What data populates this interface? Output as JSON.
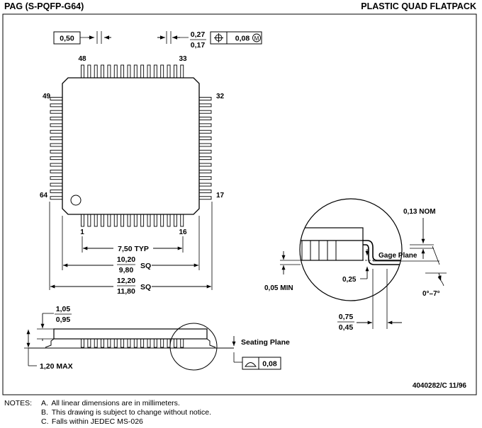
{
  "header": {
    "package_code": "PAG (S-PQFP-G64)",
    "package_type": "PLASTIC QUAD FLATPACK"
  },
  "top_view": {
    "pitch": "0,50",
    "lead_width_max": "0,27",
    "lead_width_min": "0,17",
    "tolerance": "0,08",
    "modifier": "M",
    "pin_48": "48",
    "pin_33": "33",
    "pin_49": "49",
    "pin_32": "32",
    "pin_64": "64",
    "pin_17": "17",
    "pin_1": "1",
    "pin_16": "16",
    "span_typ": "7,50 TYP",
    "body_max": "10,20",
    "body_min": "9,80",
    "body_sq": "SQ",
    "overall_max": "12,20",
    "overall_min": "11,80",
    "overall_sq": "SQ"
  },
  "detail": {
    "nom": "0,13 NOM",
    "gage_plane": "Gage Plane",
    "gage_height": "0,25",
    "standoff": "0,05 MIN",
    "angle": "0°–7°",
    "foot_max": "0,75",
    "foot_min": "0,45"
  },
  "side_view": {
    "thickness_max": "1,05",
    "thickness_min": "0,95",
    "height_max": "1,20 MAX",
    "seating_plane": "Seating Plane",
    "coplanarity": "0,08"
  },
  "doc_ref": "4040282/C 11/96",
  "notes": {
    "label": "NOTES:",
    "items": [
      {
        "key": "A.",
        "text": "All linear dimensions are in millimeters."
      },
      {
        "key": "B.",
        "text": "This drawing is subject to change without notice."
      },
      {
        "key": "C.",
        "text": "Falls within JEDEC MS-026"
      }
    ]
  }
}
